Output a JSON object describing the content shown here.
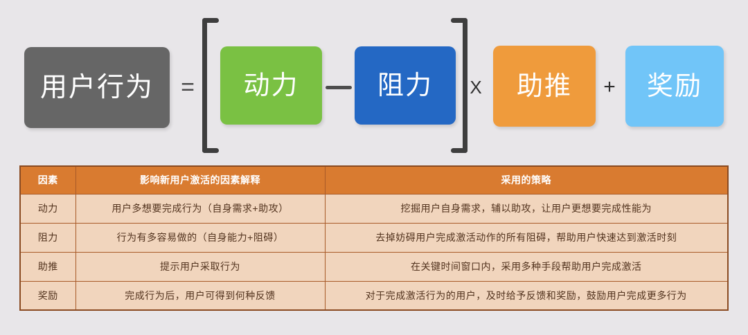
{
  "formula": {
    "behavior": {
      "label": "用户行为",
      "color": "#666666"
    },
    "motive": {
      "label": "动力",
      "color": "#7ac143"
    },
    "friction": {
      "label": "阻力",
      "color": "#2468c4"
    },
    "nudge": {
      "label": "助推",
      "color": "#ef9b3c"
    },
    "reward": {
      "label": "奖励",
      "color": "#71c5f8"
    },
    "operators": {
      "equals": "=",
      "minus": "—",
      "times": "X",
      "plus": "+"
    },
    "bracket_color": "#3e3e3e",
    "background": "#e8e6e9"
  },
  "table": {
    "header_color": "#d97b30",
    "cell_color": "#f1d5bd",
    "border_color": "#a85a28",
    "headers": [
      "因素",
      "影响新用户激活的因素解释",
      "采用的策略"
    ],
    "rows": [
      {
        "factor": "动力",
        "explanation": "用户多想要完成行为（自身需求+助攻）",
        "strategy": "挖掘用户自身需求，辅以助攻，让用户更想要完成性能为"
      },
      {
        "factor": "阻力",
        "explanation": "行为有多容易做的（自身能力+阻碍）",
        "strategy": "去掉妨碍用户完成激活动作的所有阻碍，帮助用户快速达到激活时刻"
      },
      {
        "factor": "助推",
        "explanation": "提示用户采取行为",
        "strategy": "在关键时间窗口内，采用多种手段帮助用户完成激活"
      },
      {
        "factor": "奖励",
        "explanation": "完成行为后，用户可得到何种反馈",
        "strategy": "对于完成激活行为的用户，及时给予反馈和奖励，鼓励用户完成更多行为"
      }
    ]
  }
}
